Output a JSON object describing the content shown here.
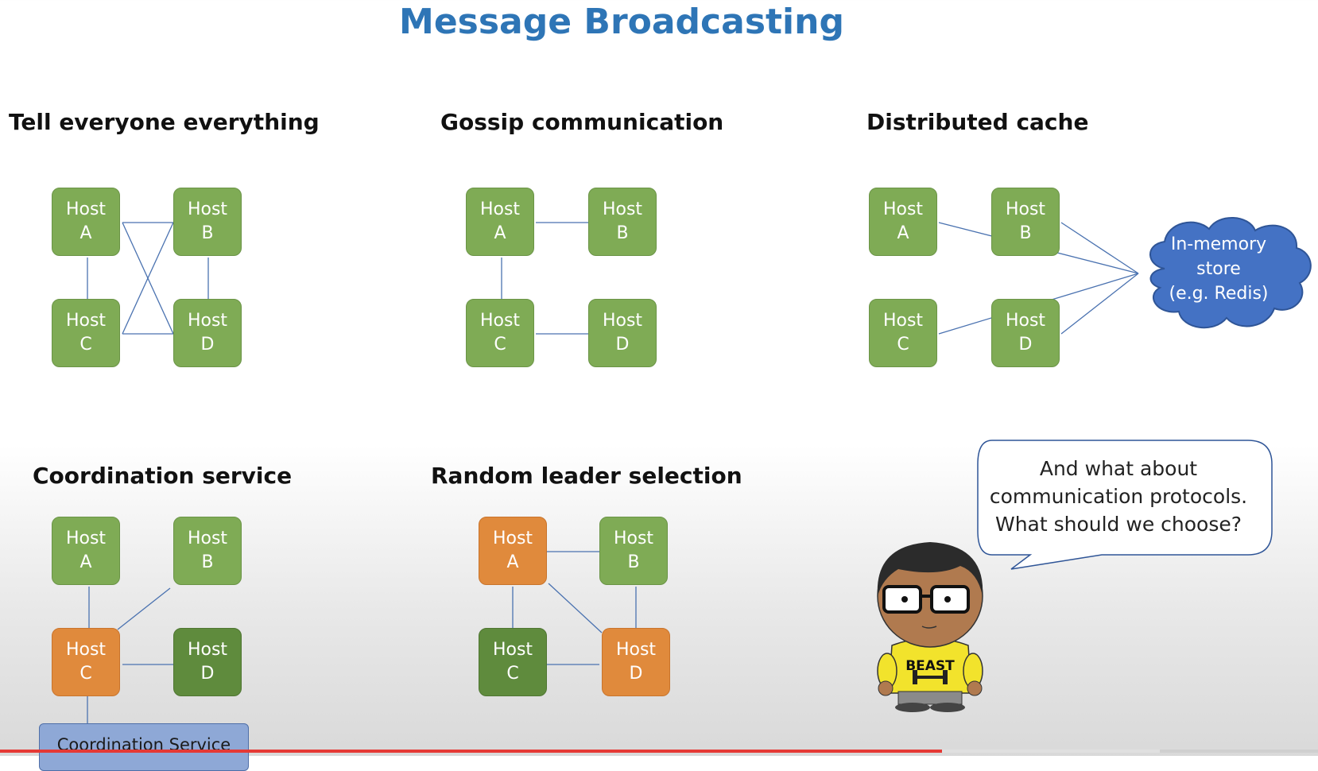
{
  "title": "Message Broadcasting",
  "sections": {
    "tell_everyone": {
      "title": "Tell everyone everything",
      "hosts": [
        [
          "Host",
          "A"
        ],
        [
          "Host",
          "B"
        ],
        [
          "Host",
          "C"
        ],
        [
          "Host",
          "D"
        ]
      ]
    },
    "gossip": {
      "title": "Gossip communication",
      "hosts": [
        [
          "Host",
          "A"
        ],
        [
          "Host",
          "B"
        ],
        [
          "Host",
          "C"
        ],
        [
          "Host",
          "D"
        ]
      ]
    },
    "distributed_cache": {
      "title": "Distributed cache",
      "hosts": [
        [
          "Host",
          "A"
        ],
        [
          "Host",
          "B"
        ],
        [
          "Host",
          "C"
        ],
        [
          "Host",
          "D"
        ]
      ],
      "store_lines": [
        "In-memory",
        "store",
        "(e.g. Redis)"
      ]
    },
    "coordination": {
      "title": "Coordination service",
      "hosts": [
        [
          "Host",
          "A"
        ],
        [
          "Host",
          "B"
        ],
        [
          "Host",
          "C"
        ],
        [
          "Host",
          "D"
        ]
      ],
      "service_label": "Coordination Service"
    },
    "random_leader": {
      "title": "Random leader selection",
      "hosts": [
        [
          "Host",
          "A"
        ],
        [
          "Host",
          "B"
        ],
        [
          "Host",
          "C"
        ],
        [
          "Host",
          "D"
        ]
      ]
    }
  },
  "speech_bubble": {
    "lines": [
      "And what about",
      "communication protocols.",
      "What should we choose?"
    ]
  },
  "character": {
    "shirt_text": "BEAST"
  },
  "colors": {
    "title": "#2e75b6",
    "host_green": "#7fab55",
    "host_dark_green": "#5f8b3d",
    "host_orange": "#e08a3c",
    "cloud": "#4472c4",
    "line": "#4a72b0",
    "progress": "#e53935"
  },
  "video_progress": {
    "played_fraction": 0.715,
    "buffered_fraction": 0.88
  }
}
